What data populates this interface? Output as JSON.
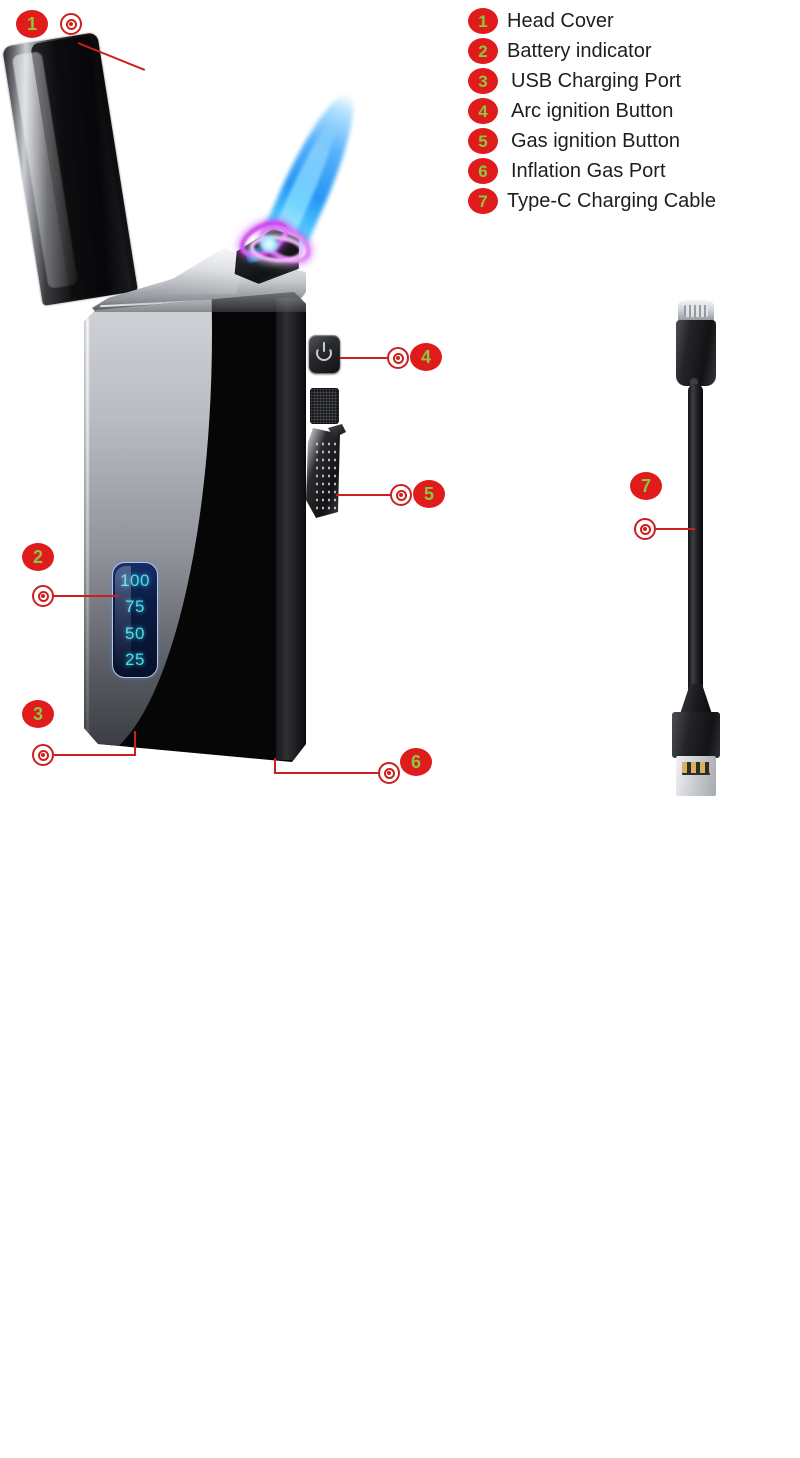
{
  "legend": {
    "items": [
      {
        "num": "1",
        "label": "Head Cover"
      },
      {
        "num": "2",
        "label": "Battery indicator"
      },
      {
        "num": "3",
        "label": "USB Charging Port"
      },
      {
        "num": "4",
        "label": "Arc ignition Button"
      },
      {
        "num": "5",
        "label": "Gas ignition Button"
      },
      {
        "num": "6",
        "label": "Inflation Gas Port"
      },
      {
        "num": "7",
        "label": "Type-C Charging Cable"
      }
    ]
  },
  "callouts": {
    "head_cover": "1",
    "battery_indicator": "2",
    "usb_charging_port": "3",
    "arc_ignition_button": "4",
    "gas_ignition_button": "5",
    "inflation_gas_port": "6",
    "type_c_cable": "7"
  },
  "battery_indicator": {
    "levels": [
      "100",
      "75",
      "50",
      "25"
    ]
  },
  "colors": {
    "badge_red": "#e01b1b",
    "badge_number_green": "#8ec641",
    "callout_line_red": "#cc1f1f",
    "battery_text_cyan": "#46dff0",
    "legend_text": "#1e1e1e",
    "background": "#ffffff"
  }
}
